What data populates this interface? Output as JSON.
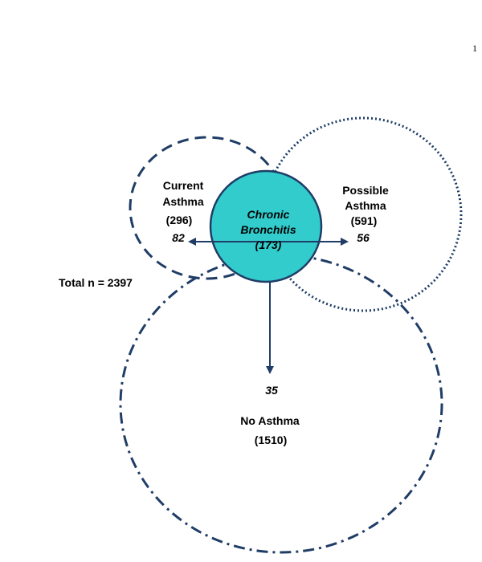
{
  "page_number": "1",
  "total_label": "Total n = 2397",
  "current_asthma": {
    "line1": "Current",
    "line2": "Asthma",
    "count": "(296)",
    "overlap": "82"
  },
  "possible_asthma": {
    "line1": "Possible",
    "line2": "Asthma",
    "count": "(591)",
    "overlap": "56"
  },
  "no_asthma": {
    "label": "No Asthma",
    "count": "(1510)",
    "overlap": "35"
  },
  "chronic_bronchitis": {
    "line1": "Chronic",
    "line2": "Bronchitis",
    "count": "(173)",
    "fill": "#33cccc"
  },
  "colors": {
    "stroke": "#1f3d66",
    "arrow": "#1f3d66"
  }
}
